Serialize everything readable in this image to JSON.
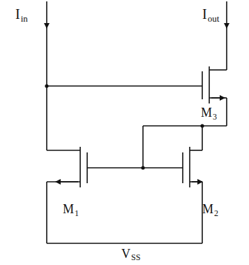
{
  "diagram": {
    "labels": [
      "I",
      "in",
      "I",
      "out",
      "M",
      "3",
      "M",
      "1",
      "M",
      "2",
      "V",
      "SS"
    ]
  }
}
